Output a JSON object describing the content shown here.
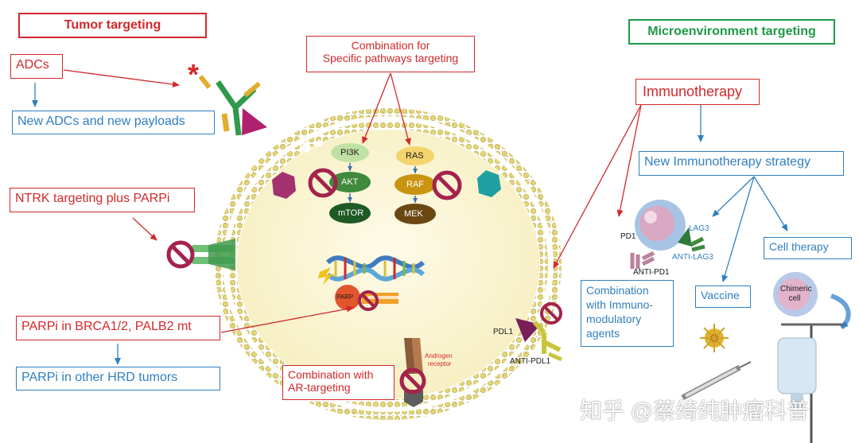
{
  "headers": {
    "tumor": "Tumor targeting",
    "micro": "Microenvironment targeting"
  },
  "boxes": {
    "adcs": "ADCs",
    "new_adcs": "New ADCs and new payloads",
    "ntrk": "NTRK targeting plus PARPi",
    "parpi_brca": "PARPi in BRCA1/2, PALB2 mt",
    "parpi_hrd": "PARPi in other HRD tumors",
    "combo_pathways_1": "Combination for",
    "combo_pathways_2": "Specific pathways targeting",
    "combo_ar_1": "Combination with",
    "combo_ar_2": "AR-targeting",
    "immunotherapy": "Immunotherapy",
    "new_immuno": "New Immunotherapy strategy",
    "combo_immuno_1": "Combination",
    "combo_immuno_2": "with  Immuno-",
    "combo_immuno_3": "modulatory",
    "combo_immuno_4": "agents",
    "vaccine": "Vaccine",
    "cell_therapy": "Cell therapy"
  },
  "pathway_nodes": {
    "pi3k": "PI3K",
    "akt": "AKT",
    "mtor": "mTOR",
    "ras": "RAS",
    "raf": "RAF",
    "mek": "MEK"
  },
  "labels": {
    "parp": "PARP",
    "androgen_1": "Androgen",
    "androgen_2": "receptor",
    "pdl1": "PDL1",
    "anti_pdl1": "ANTI-PDL1",
    "pd1": "PD1",
    "anti_pd1": "ANTI-PD1",
    "lag3": "LAG3",
    "anti_lag3": "ANTI-LAG3",
    "chimeric_1": "Chimeric",
    "chimeric_2": "cell",
    "watermark": "知乎 @蔡绮纯肿瘤科普"
  },
  "colors": {
    "red": "#d3282b",
    "blue": "#2f7fc0",
    "green": "#1d9a45",
    "cell_fill": "#fbf5d4",
    "membrane": "#d8cb6a"
  }
}
